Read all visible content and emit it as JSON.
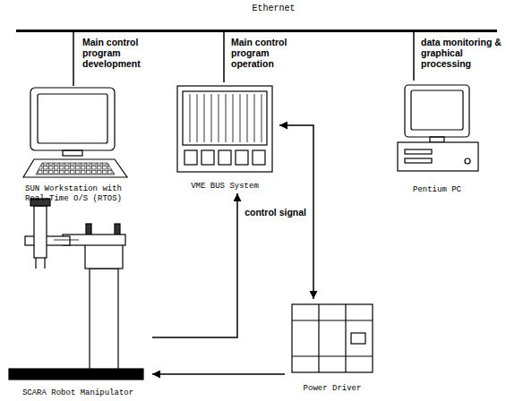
{
  "diagram": {
    "nodes": [
      {
        "text": [
          "Ethernet"
        ]
      },
      {
        "text": [
          "SUN Workstation with Real-Time O/S (RTOS)"
        ]
      },
      {
        "text": [
          "VME BUS System"
        ]
      },
      {
        "text": [
          "Pentium PC"
        ]
      },
      {
        "text": [
          "SCARA Robot Manipulator"
        ]
      },
      {
        "text": [
          "Power Driver"
        ]
      }
    ],
    "edges": [
      {
        "from": 0,
        "to": 1,
        "arrow": "none",
        "label": "Main control program development"
      },
      {
        "from": 0,
        "to": 2,
        "arrow": "none",
        "label": "Main control program operation"
      },
      {
        "from": 0,
        "to": 3,
        "arrow": "none",
        "label": "data monitoring & graphical processing"
      },
      {
        "from": 2,
        "to": 5,
        "arrow": "both",
        "label": "control signal"
      },
      {
        "from": 4,
        "to": 2,
        "arrow": "to"
      },
      {
        "from": 5,
        "to": 4,
        "arrow": "to"
      }
    ]
  }
}
